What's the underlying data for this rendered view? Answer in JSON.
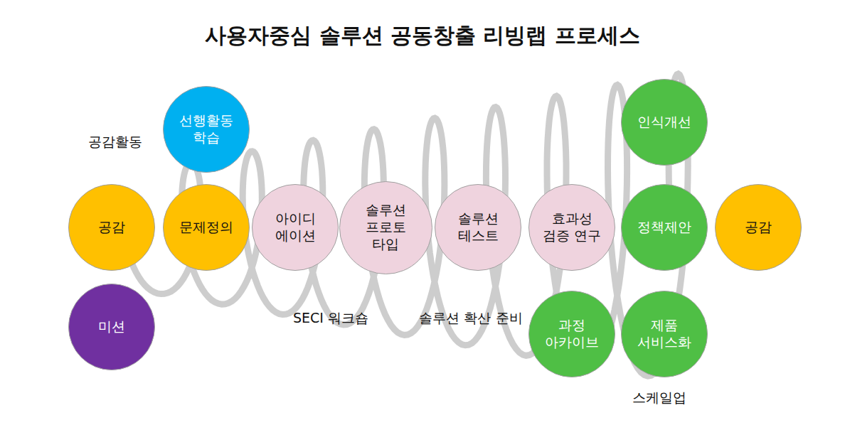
{
  "diagram": {
    "title": "사용자중심 솔루션 공동창출 리빙랩 프로세스",
    "nodes": [
      {
        "text": [
          "선행활동 학습"
        ]
      },
      {
        "text": [
          "공감"
        ]
      },
      {
        "text": [
          "문제정의"
        ]
      },
      {
        "text": [
          "아이디 에이션"
        ]
      },
      {
        "text": [
          "솔루션 프로토 타입"
        ]
      },
      {
        "text": [
          "솔루션 테스트"
        ]
      },
      {
        "text": [
          "효과성 검증 연구"
        ]
      },
      {
        "text": [
          "인식개선"
        ]
      },
      {
        "text": [
          "정책제안"
        ]
      },
      {
        "text": [
          "공감"
        ]
      },
      {
        "text": [
          "미션"
        ]
      },
      {
        "text": [
          "과정 아카이브"
        ]
      },
      {
        "text": [
          "제품 서비스화"
        ]
      }
    ],
    "labels": [
      "공감활동",
      "SECI 워크숍",
      "솔루션 확산 준비",
      "스케일업"
    ]
  }
}
